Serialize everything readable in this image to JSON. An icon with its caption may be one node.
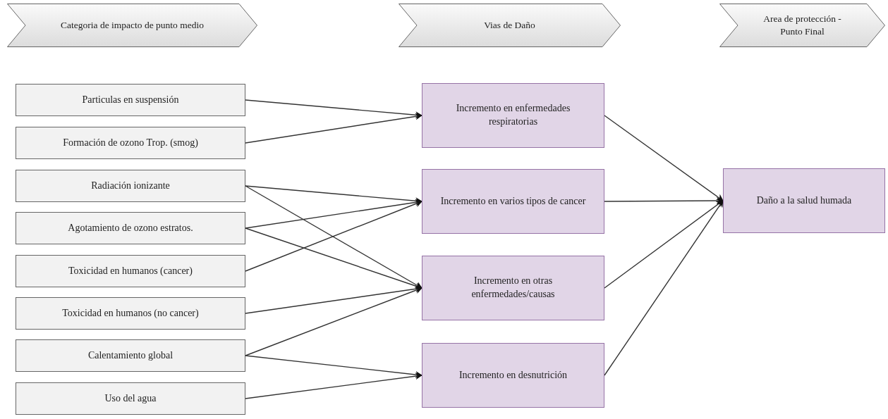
{
  "diagram": {
    "nodes": [
      {
        "text": [
          "Categoria de impacto de punto medio"
        ]
      },
      {
        "text": [
          "Vias de Daño"
        ]
      },
      {
        "text": [
          "Area de protección - Punto Final"
        ]
      },
      {
        "text": [
          "Particulas en suspensión"
        ]
      },
      {
        "text": [
          "Formación  de ozono Trop. (smog)"
        ]
      },
      {
        "text": [
          "Radiación ionizante"
        ]
      },
      {
        "text": [
          "Agotamiento de ozono estratos."
        ]
      },
      {
        "text": [
          "Toxicidad en humanos (cancer)"
        ]
      },
      {
        "text": [
          "Toxicidad en humanos (no cancer)"
        ]
      },
      {
        "text": [
          "Calentamiento global"
        ]
      },
      {
        "text": [
          "Uso del agua"
        ]
      },
      {
        "text": [
          "Incremento en  enfermedades respiratorias"
        ]
      },
      {
        "text": [
          "Incremento en  varios tipos de cancer"
        ]
      },
      {
        "text": [
          "Incremento en otras enfermedades/causas"
        ]
      },
      {
        "text": [
          "Incremento en  desnutrición"
        ]
      },
      {
        "text": [
          "Daño a la salud humada"
        ]
      }
    ],
    "edges": [
      {
        "from": 3,
        "to": 11,
        "arrow": "to"
      },
      {
        "from": 4,
        "to": 11,
        "arrow": "to"
      },
      {
        "from": 5,
        "to": 12,
        "arrow": "to"
      },
      {
        "from": 5,
        "to": 13,
        "arrow": "to"
      },
      {
        "from": 6,
        "to": 12,
        "arrow": "to"
      },
      {
        "from": 6,
        "to": 13,
        "arrow": "to"
      },
      {
        "from": 7,
        "to": 12,
        "arrow": "to"
      },
      {
        "from": 8,
        "to": 13,
        "arrow": "to"
      },
      {
        "from": 9,
        "to": 13,
        "arrow": "to"
      },
      {
        "from": 9,
        "to": 14,
        "arrow": "to"
      },
      {
        "from": 10,
        "to": 14,
        "arrow": "to"
      },
      {
        "from": 11,
        "to": 15,
        "arrow": "to"
      },
      {
        "from": 12,
        "to": 15,
        "arrow": "to"
      },
      {
        "from": 13,
        "to": 15,
        "arrow": "to"
      },
      {
        "from": 14,
        "to": 15,
        "arrow": "to"
      }
    ]
  }
}
